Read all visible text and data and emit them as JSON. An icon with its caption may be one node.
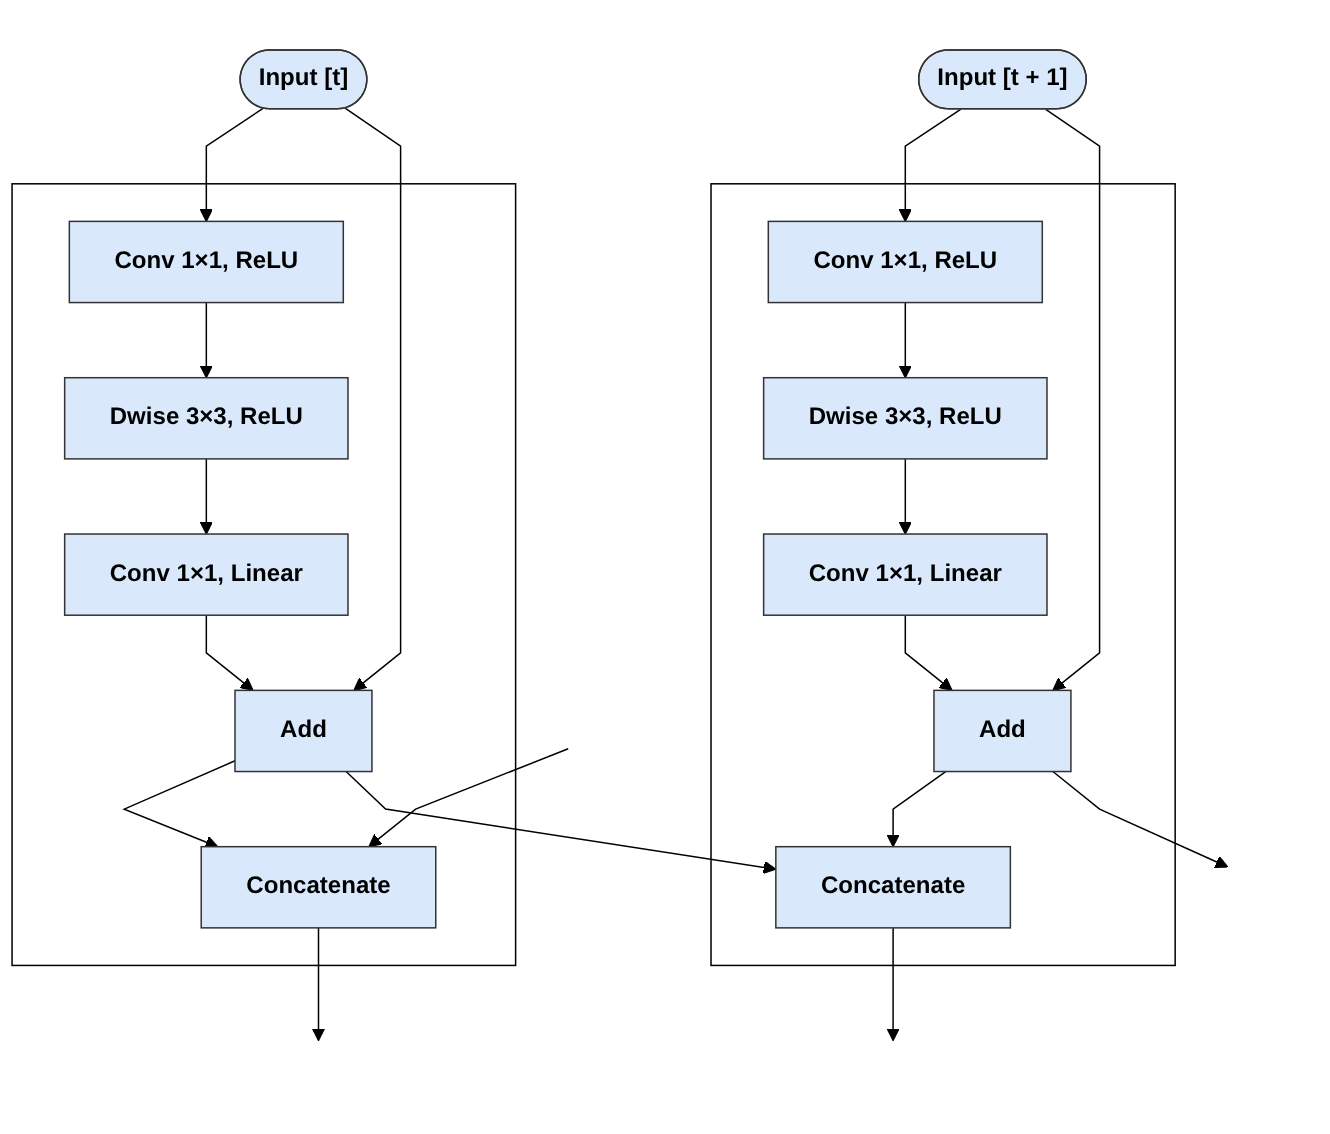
{
  "diagram": {
    "nodes": [
      {
        "text": [
          "Input [t]"
        ]
      },
      {
        "text": [],
        "shape": "box"
      },
      {
        "text": [
          "Conv 1×1, ReLU"
        ],
        "in": 1
      },
      {
        "text": [
          "Dwise 3×3, ReLU"
        ],
        "in": 1
      },
      {
        "text": [
          "Conv 1×1, Linear"
        ],
        "in": 1
      },
      {
        "text": [
          "Add"
        ],
        "in": 1
      },
      {
        "text": [
          "Concatenate"
        ],
        "in": 1
      },
      {
        "text": [
          "Input [t + 1]"
        ]
      },
      {
        "text": [],
        "shape": "box"
      },
      {
        "text": [
          "Conv 1×1, ReLU"
        ],
        "in": 8
      },
      {
        "text": [
          "Dwise 3×3, ReLU"
        ],
        "in": 8
      },
      {
        "text": [
          "Conv 1×1, Linear"
        ],
        "in": 8
      },
      {
        "text": [
          "Add"
        ],
        "in": 8
      },
      {
        "text": [
          "Concatenate"
        ],
        "in": 8
      }
    ],
    "edges": [
      {
        "from": 0,
        "to": 2,
        "arrow": "to"
      },
      {
        "from": 2,
        "to": 3,
        "arrow": "to"
      },
      {
        "from": 3,
        "to": 4,
        "arrow": "to"
      },
      {
        "from": 4,
        "to": 5,
        "arrow": "to"
      },
      {
        "from": 0,
        "to": 5,
        "arrow": "to"
      },
      {
        "from": 5,
        "to": 6,
        "arrow": "to"
      },
      {
        "from": null,
        "to": 6,
        "arrow": "to"
      },
      {
        "from": 6,
        "to": null,
        "arrow": "to"
      },
      {
        "from": 5,
        "to": 13,
        "arrow": "to"
      },
      {
        "from": 7,
        "to": 9,
        "arrow": "to"
      },
      {
        "from": 9,
        "to": 10,
        "arrow": "to"
      },
      {
        "from": 10,
        "to": 11,
        "arrow": "to"
      },
      {
        "from": 11,
        "to": 12,
        "arrow": "to"
      },
      {
        "from": 7,
        "to": 12,
        "arrow": "to"
      },
      {
        "from": 12,
        "to": 13,
        "arrow": "to"
      },
      {
        "from": 13,
        "to": null,
        "arrow": "to"
      },
      {
        "from": 12,
        "to": null,
        "arrow": "to"
      }
    ]
  }
}
